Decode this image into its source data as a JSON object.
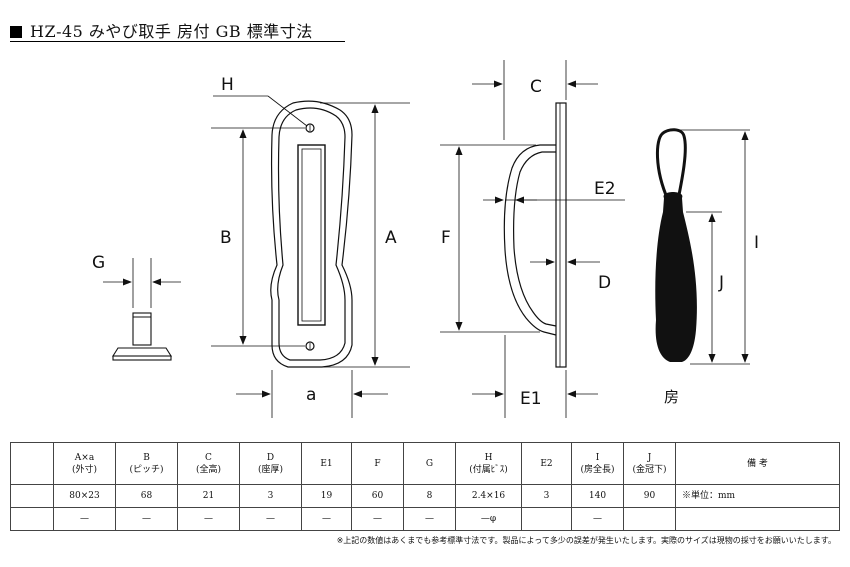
{
  "title": "HZ-45 みやび取手 房付 GB 標準寸法",
  "drawing": {
    "labels": {
      "A": "A",
      "B": "B",
      "C": "C",
      "D": "D",
      "E1": "E1",
      "E2": "E2",
      "F": "F",
      "G": "G",
      "H": "H",
      "I": "I",
      "J": "J",
      "a": "a",
      "tassel": "房"
    }
  },
  "table": {
    "headers": [
      {
        "code": "A×a",
        "desc": "(外寸)"
      },
      {
        "code": "B",
        "desc": "(ピッチ)"
      },
      {
        "code": "C",
        "desc": "(全高)"
      },
      {
        "code": "D",
        "desc": "(座厚)"
      },
      {
        "code": "E1",
        "desc": ""
      },
      {
        "code": "F",
        "desc": ""
      },
      {
        "code": "G",
        "desc": ""
      },
      {
        "code": "H",
        "desc": "(付属ﾋﾞｽ)"
      },
      {
        "code": "E2",
        "desc": ""
      },
      {
        "code": "I",
        "desc": "(房全長)"
      },
      {
        "code": "J",
        "desc": "(金冠下)"
      }
    ],
    "notes_header": "備 考",
    "rows": [
      [
        "80×23",
        "68",
        "21",
        "3",
        "19",
        "60",
        "8",
        "2.4×16",
        "3",
        "140",
        "90"
      ],
      [
        "—",
        "—",
        "—",
        "—",
        "—",
        "—",
        "—",
        "—φ",
        "",
        "—",
        ""
      ]
    ],
    "notes": [
      "※単位：mm",
      ""
    ]
  },
  "footnote": "※上記の数値はあくまでも参考標準寸法です。製品によって多少の誤差が発生いたします。実際のサイズは現物の採寸をお願いいたします。"
}
